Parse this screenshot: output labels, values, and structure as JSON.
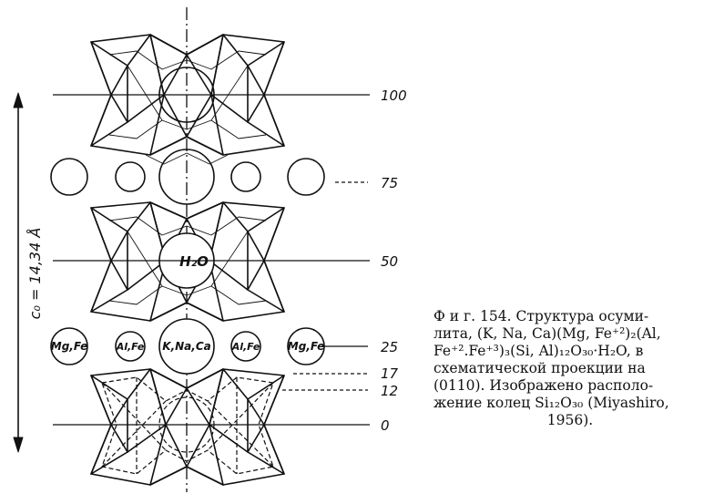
{
  "figure": {
    "axis_label": "c₀ = 14,34 Å",
    "levels": [
      "100",
      "75",
      "50",
      "25",
      "17",
      "12",
      "0"
    ],
    "atoms": [
      "Mg,Fe",
      "Al,Fe",
      "K,Na,Ca",
      "Al,Fe",
      "Mg,Fe"
    ],
    "water": "H₂O"
  },
  "caption": {
    "lines": [
      "Ф и г. 154. Структура осуми-",
      "лита, (K, Na, Ca)(Mg, Fe⁺²)₂(Al,",
      "Fe⁺².Fe⁺³)₃(Si, Al)₁₂O₃₀·H₂O, в",
      "схематической проекции на",
      "(0110). Изображено располо-",
      "жение колец Si₁₂O₃₀ (Miyashiro,",
      "1956)."
    ]
  }
}
